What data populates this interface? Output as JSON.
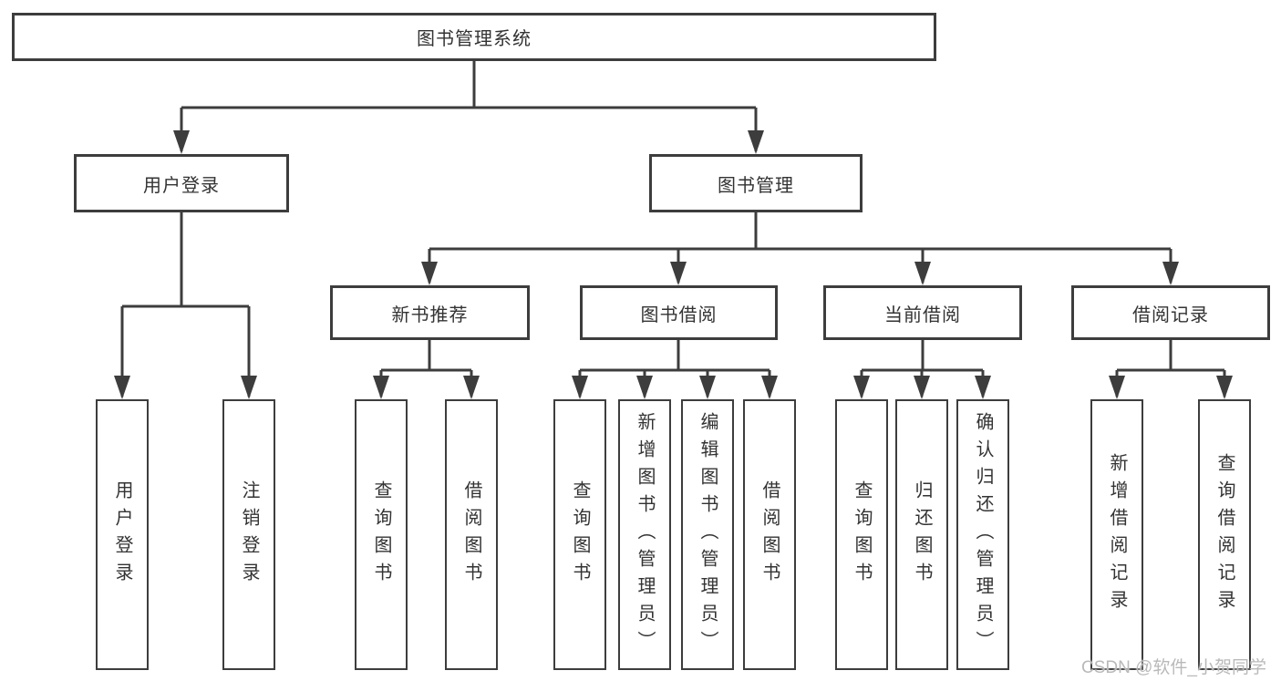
{
  "tree": {
    "root": "图书管理系统",
    "children": [
      {
        "label": "用户登录",
        "children": [
          {
            "label": "用户登录"
          },
          {
            "label": "注销登录"
          }
        ]
      },
      {
        "label": "图书管理",
        "children": [
          {
            "label": "新书推荐",
            "children": [
              {
                "label": "查询图书"
              },
              {
                "label": "借阅图书"
              }
            ]
          },
          {
            "label": "图书借阅",
            "children": [
              {
                "label": "查询图书"
              },
              {
                "label": "新增图书（管理员）"
              },
              {
                "label": "编辑图书（管理员）"
              },
              {
                "label": "借阅图书"
              }
            ]
          },
          {
            "label": "当前借阅",
            "children": [
              {
                "label": "查询图书"
              },
              {
                "label": "归还图书"
              },
              {
                "label": "确认归还（管理员）"
              }
            ]
          },
          {
            "label": "借阅记录",
            "children": [
              {
                "label": "新增借阅记录"
              },
              {
                "label": "查询借阅记录"
              }
            ]
          }
        ]
      }
    ]
  },
  "watermark": {
    "text": "CSDN @软件_小贺同学"
  },
  "colors": {
    "line": "#3d3d3d",
    "text": "#333333",
    "box_background": "#ffffff",
    "watermark": "#b9b9b9",
    "background": "#ffffff"
  }
}
